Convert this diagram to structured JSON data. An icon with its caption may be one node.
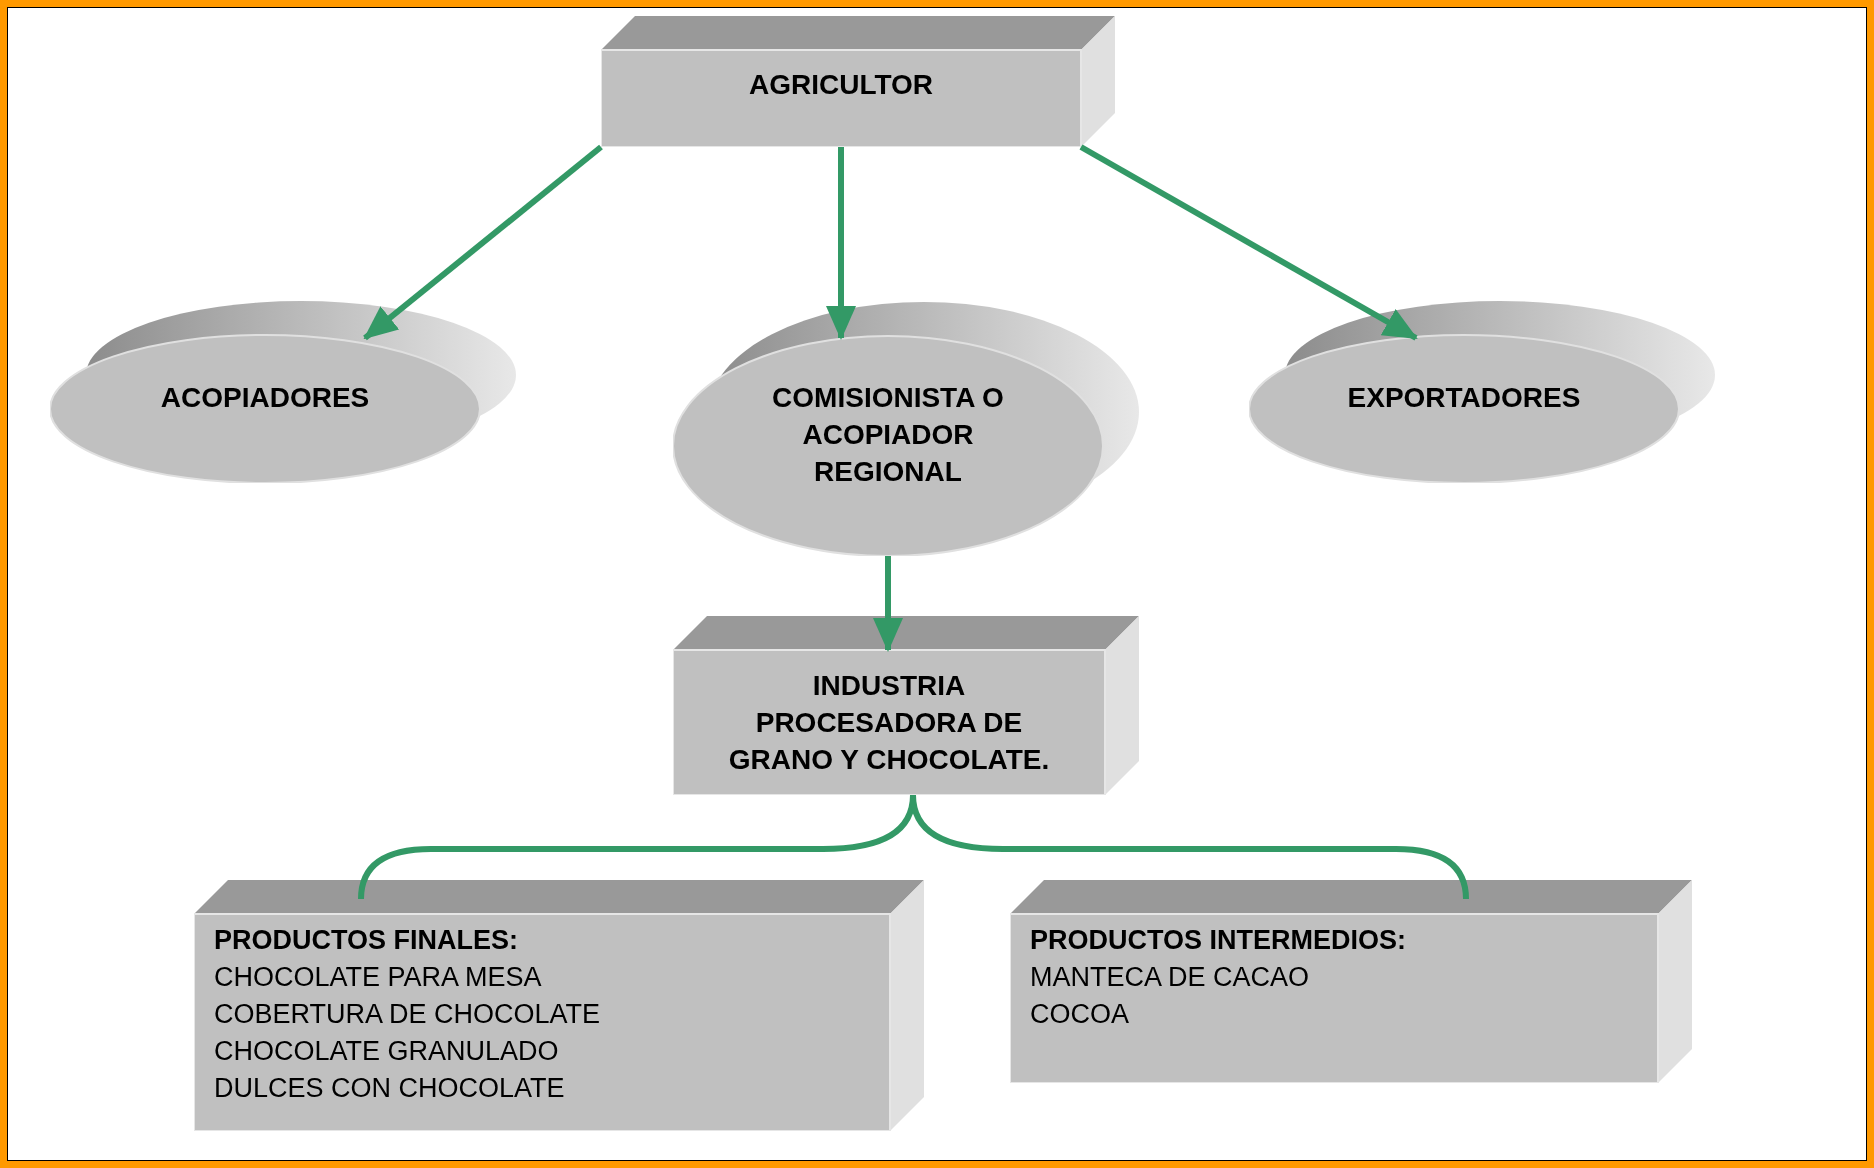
{
  "diagram": {
    "nodes": [
      {
        "text": [
          "AGRICULTOR"
        ]
      },
      {
        "text": [
          "ACOPIADORES"
        ]
      },
      {
        "text": [
          "COMISIONISTA O ACOPIADOR REGIONAL"
        ]
      },
      {
        "text": [
          "EXPORTADORES"
        ]
      },
      {
        "text": [
          "INDUSTRIA PROCESADORA DE GRANO Y CHOCOLATE."
        ]
      },
      {
        "text": [
          "PRODUCTOS FINALES:",
          "CHOCOLATE PARA MESA",
          "COBERTURA DE CHOCOLATE",
          "CHOCOLATE GRANULADO",
          "DULCES CON CHOCOLATE"
        ]
      },
      {
        "text": [
          "PRODUCTOS INTERMEDIOS:",
          "MANTECA DE CACAO",
          "COCOA"
        ]
      }
    ],
    "edges": [
      {
        "from": 0,
        "to": 1,
        "arrow": "to"
      },
      {
        "from": 0,
        "to": 2,
        "arrow": "to"
      },
      {
        "from": 0,
        "to": 3,
        "arrow": "to"
      },
      {
        "from": 2,
        "to": 4,
        "arrow": "to"
      },
      {
        "from": 4,
        "to": 5,
        "arrow": "none"
      },
      {
        "from": 4,
        "to": 6,
        "arrow": "none"
      }
    ]
  }
}
